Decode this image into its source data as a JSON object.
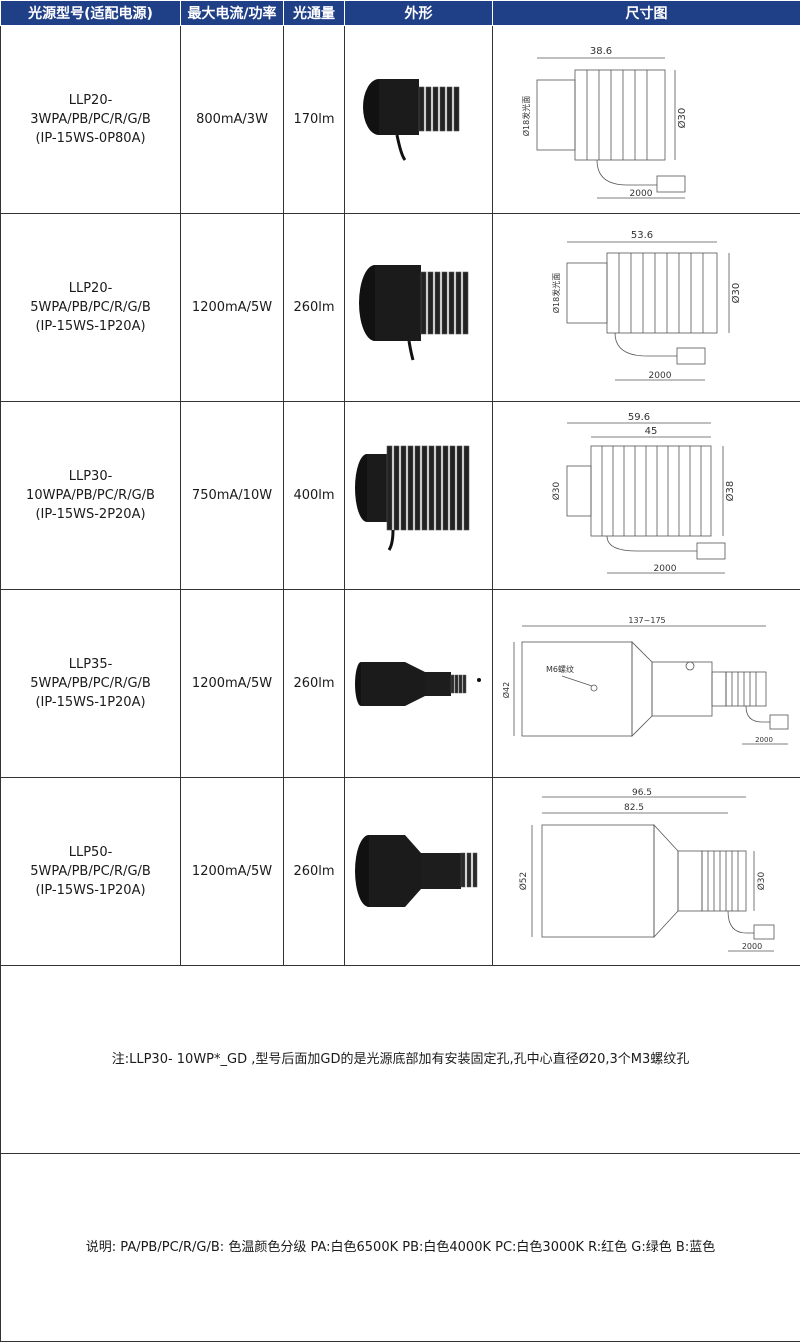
{
  "header": {
    "col_model": "光源型号(适配电源)",
    "col_current": "最大电流/功率",
    "col_flux": "光通量",
    "col_shape": "外形",
    "col_dims": "尺寸图"
  },
  "rows": [
    {
      "model_line1": "LLP20-",
      "model_line2": "3WPA/PB/PC/R/G/B",
      "model_line3": "(IP-15WS-0P80A)",
      "current": "800mA/3W",
      "flux": "170lm",
      "dims": {
        "length": "38.6",
        "diameter": "Ø30",
        "window": "Ø18发光面",
        "cable": "2000"
      }
    },
    {
      "model_line1": "LLP20-",
      "model_line2": "5WPA/PB/PC/R/G/B",
      "model_line3": "(IP-15WS-1P20A)",
      "current": "1200mA/5W",
      "flux": "260lm",
      "dims": {
        "length": "53.6",
        "diameter": "Ø30",
        "window": "Ø18发光面",
        "cable": "2000"
      }
    },
    {
      "model_line1": "LLP30-",
      "model_line2": "10WPA/PB/PC/R/G/B",
      "model_line3": "(IP-15WS-2P20A)",
      "current": "750mA/10W",
      "flux": "400lm",
      "dims": {
        "length": "59.6",
        "length2": "45",
        "diameter": "Ø38",
        "window": "Ø30",
        "cable": "2000"
      }
    },
    {
      "model_line1": "LLP35-",
      "model_line2": "5WPA/PB/PC/R/G/B",
      "model_line3": "(IP-15WS-1P20A)",
      "current": "1200mA/5W",
      "flux": "260lm",
      "dims": {
        "length": "137~175",
        "diameter": "Ø42",
        "screw": "M6螺纹",
        "cable": "2000"
      }
    },
    {
      "model_line1": "LLP50-",
      "model_line2": "5WPA/PB/PC/R/G/B",
      "model_line3": "(IP-15WS-1P20A)",
      "current": "1200mA/5W",
      "flux": "260lm",
      "dims": {
        "length": "96.5",
        "length2": "82.5",
        "diameter": "Ø52",
        "diameter2": "Ø30",
        "cable": "2000"
      }
    }
  ],
  "notes": {
    "note1": "注:LLP30- 10WP*_GD ,型号后面加GD的是光源底部加有安装固定孔,孔中心直径Ø20,3个M3螺纹孔",
    "note2": "说明: PA/PB/PC/R/G/B: 色温颜色分级   PA:白色6500K  PB:白色4000K  PC:白色3000K   R:红色  G:绿色  B:蓝色"
  }
}
